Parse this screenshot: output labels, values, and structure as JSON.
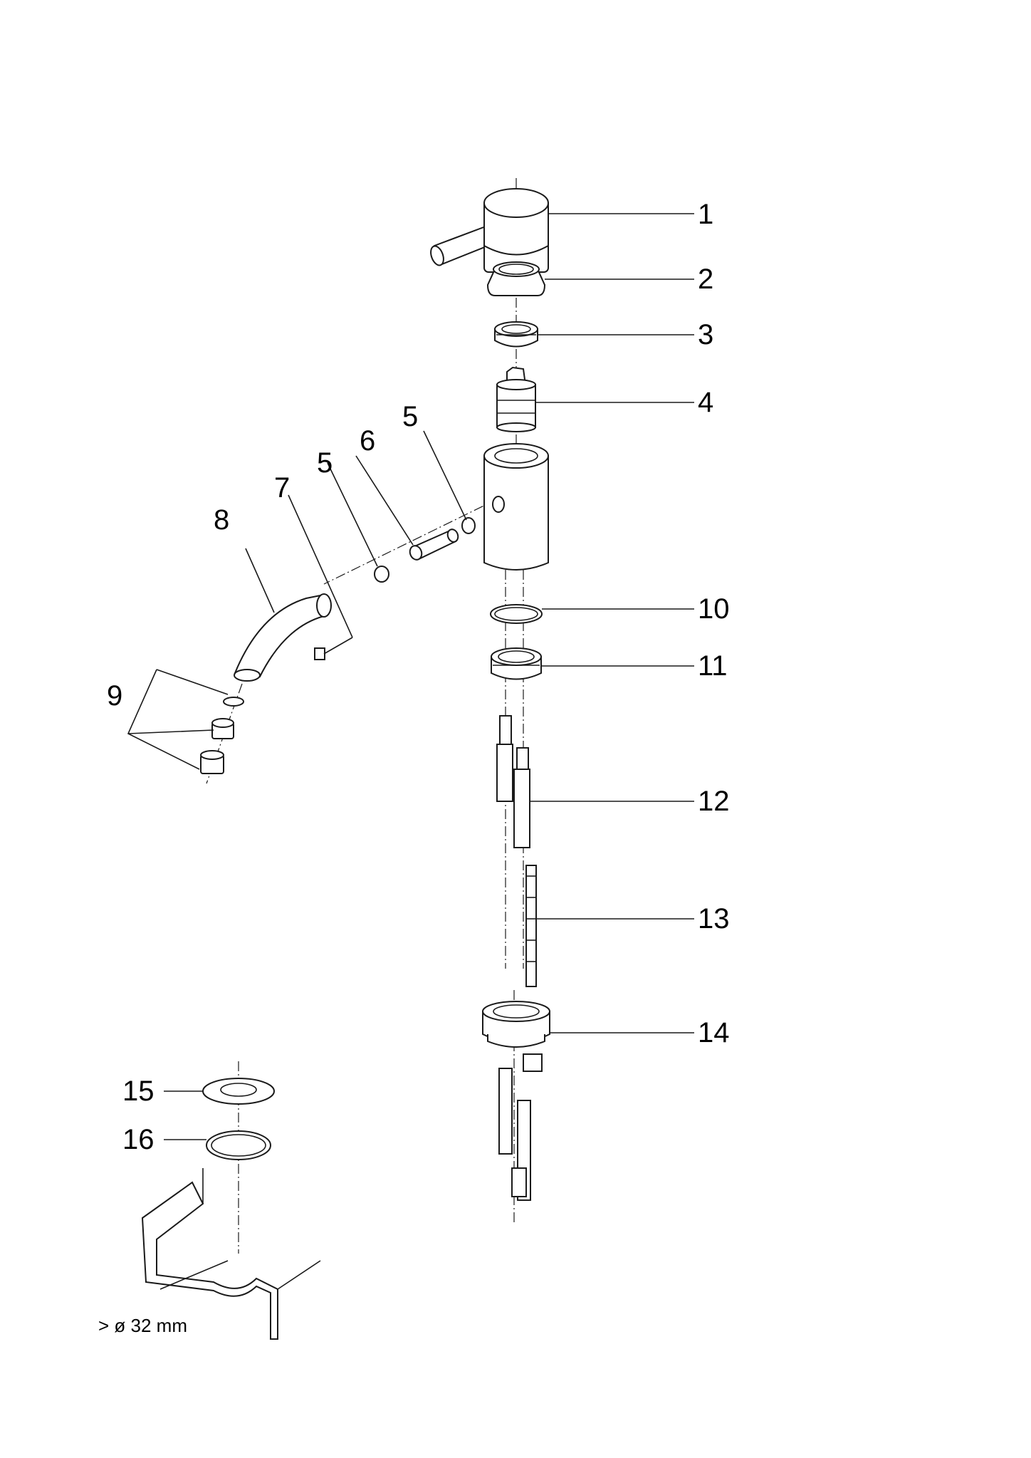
{
  "callouts": {
    "c1": "1",
    "c2": "2",
    "c3": "3",
    "c4": "4",
    "c5a": "5",
    "c5b": "5",
    "c6": "6",
    "c7": "7",
    "c8": "8",
    "c9": "9",
    "c10": "10",
    "c11": "11",
    "c12": "12",
    "c13": "13",
    "c14": "14",
    "c15": "15",
    "c16": "16"
  },
  "hole_note": "> ø 32 mm",
  "colors": {
    "line": "#1a1a1a",
    "background": "#ffffff"
  }
}
